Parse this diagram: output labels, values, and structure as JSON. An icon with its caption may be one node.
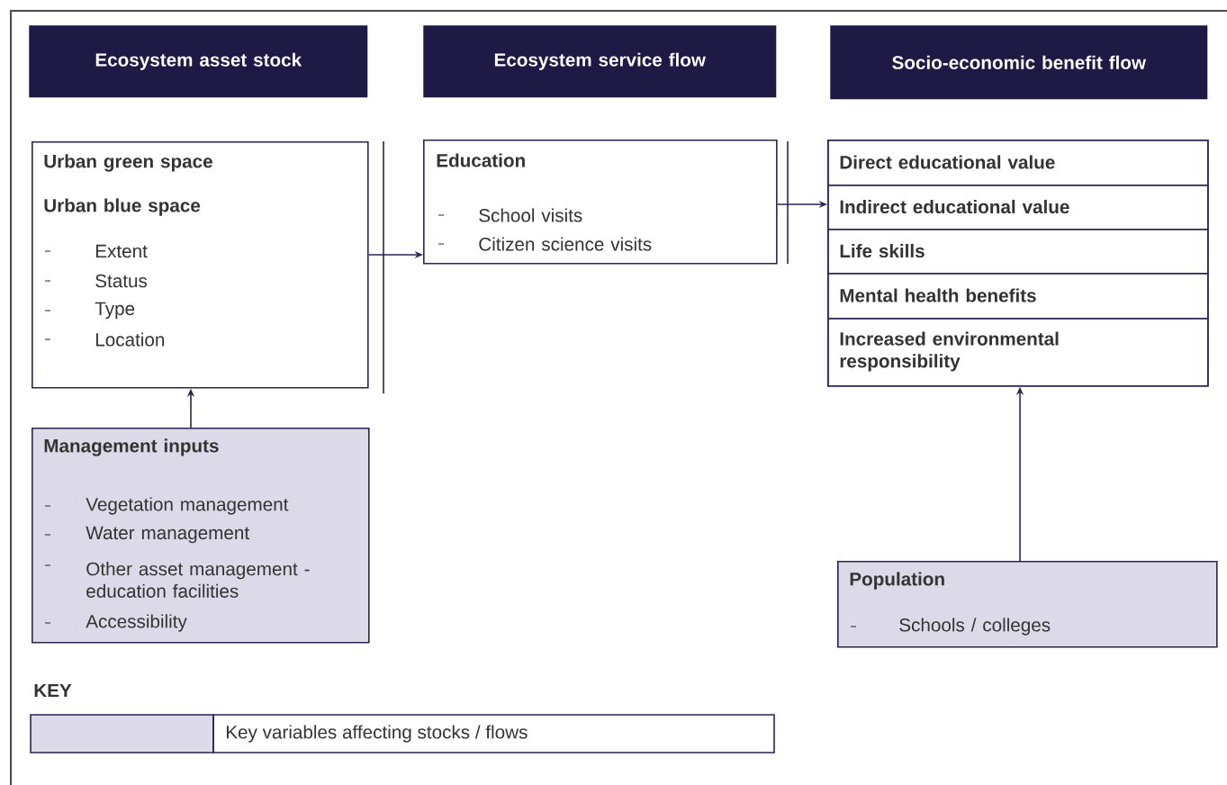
{
  "diagram": {
    "nodes": [
      {
        "text": [
          "Ecosystem asset stock"
        ]
      },
      {
        "text": [
          "Ecosystem service flow"
        ]
      },
      {
        "text": [
          "Socio-economic benefit flow"
        ]
      },
      {
        "text": [
          "Urban green space",
          "Urban blue space",
          "Extent",
          "Status",
          "Type",
          "Location"
        ]
      },
      {
        "text": [
          "Education",
          "School visits",
          "Citizen science visits"
        ]
      },
      {
        "text": [],
        "shape": "box"
      },
      {
        "text": [
          "Direct educational value"
        ],
        "in": 5
      },
      {
        "text": [
          "Indirect educational value"
        ],
        "in": 5
      },
      {
        "text": [
          "Life skills"
        ],
        "in": 5
      },
      {
        "text": [
          "Mental health benefits"
        ],
        "in": 5
      },
      {
        "text": [
          "Increased environmental responsibility"
        ],
        "in": 5
      },
      {
        "text": [
          "Management inputs",
          "Vegetation management",
          "Water management",
          "Other asset management - education facilities",
          "Accessibility"
        ]
      },
      {
        "text": [
          "Population",
          "Schools / colleges"
        ]
      }
    ],
    "edges": [
      {
        "from": 3,
        "to": 4,
        "arrow": "to"
      },
      {
        "from": 4,
        "to": 5,
        "arrow": "to"
      },
      {
        "from": 11,
        "to": 3,
        "arrow": "to"
      },
      {
        "from": 12,
        "to": 5,
        "arrow": "to"
      }
    ],
    "labels": [
      "KEY"
    ],
    "legend": [
      {
        "text": "Key variables affecting stocks / flows",
        "color": "#dcd9e8"
      }
    ]
  }
}
